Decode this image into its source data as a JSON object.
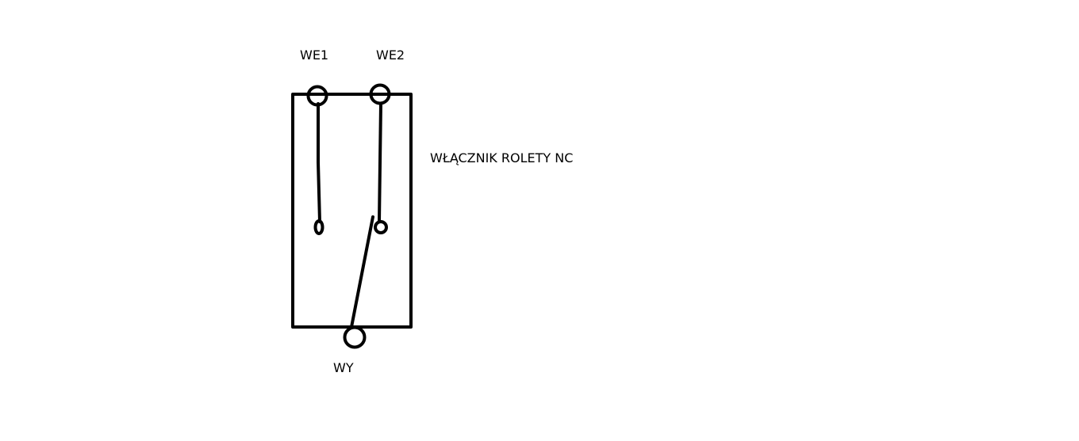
{
  "diagram": {
    "title": "WŁĄCZNIK ROLETY NC",
    "terminals": {
      "input_1": "WE1",
      "input_2": "WE2",
      "output": "WY"
    },
    "stroke_color": "#000000",
    "background_color": "#ffffff"
  }
}
